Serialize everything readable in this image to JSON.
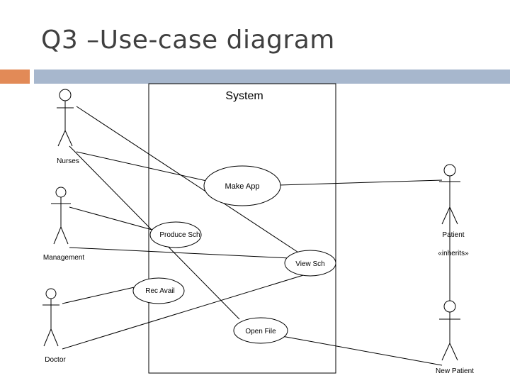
{
  "slide": {
    "title": "Q3 –Use-case diagram",
    "accent_color": "#E28A57",
    "bar_color": "#A7B7CD"
  },
  "system": {
    "label": "System"
  },
  "actors": {
    "nurses": "Nurses",
    "management": "Management",
    "doctor": "Doctor",
    "patient": "Patient",
    "new_patient": "New Patient"
  },
  "use_cases": {
    "make_app": "Make App",
    "produce_sch": "Produce Sch",
    "view_sch": "View Sch",
    "rec_avail": "Rec Avail",
    "open_file": "Open File"
  },
  "relations": {
    "inherits": "«inherits»"
  }
}
